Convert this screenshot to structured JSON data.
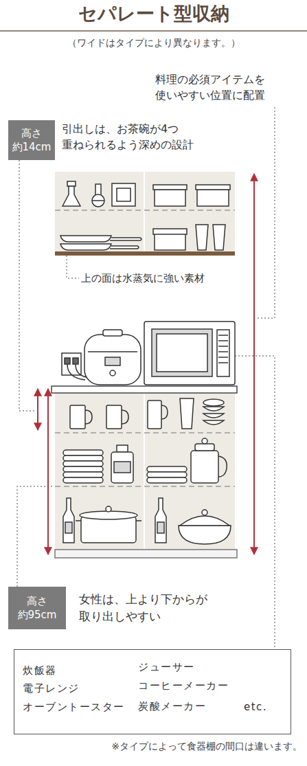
{
  "diagram": {
    "title": "セパレート型収納",
    "caption": "※タイプによって食器棚の間口は違います。",
    "nodes": [
      {
        "text": [
          "高さ 約14cm"
        ]
      },
      {
        "text": [
          "高さ 約95cm"
        ]
      },
      {
        "text": [
          "炊飯器",
          "電子レンジ",
          "オーブントースター",
          "ジューサー",
          "コーヒーメーカー",
          "炭酸メーカー",
          "etc."
        ]
      }
    ],
    "labels": [
      "（ワイドはタイプにより異なります。）",
      "料理の必須アイテムを 使いやすい位置に配置",
      "引出しは、お茶碗が4つ 重ねられるよう深めの設計",
      "上の面は水蒸気に強い素材",
      "女性は、上より下からが 取り出しやすい"
    ]
  }
}
